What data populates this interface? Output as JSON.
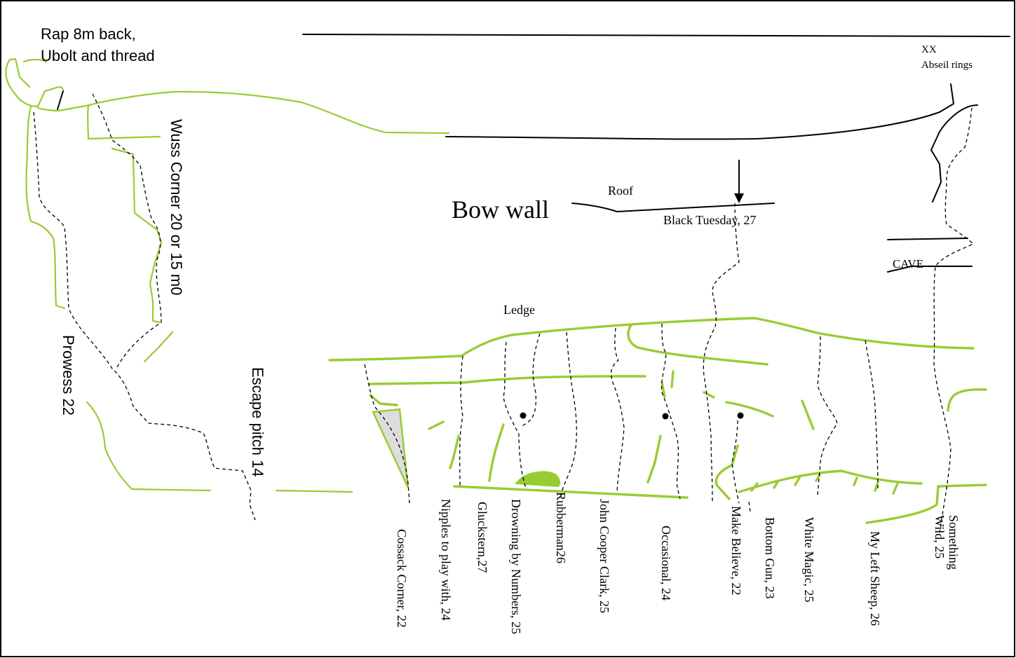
{
  "title": "Bow wall",
  "labels": {
    "rap": [
      "Rap 8m back,",
      "Ubolt and thread"
    ],
    "abseil": [
      "XX",
      "Abseil rings"
    ],
    "roof": "Roof",
    "black_tuesday": "Black Tuesday, 27",
    "cave": "CAVE",
    "ledge": "Ledge",
    "wuss_corner": "Wuss Corner 20 or 15 m0",
    "prowess": "Prowess 22",
    "escape_pitch": "Escape pitch 14"
  },
  "routes": [
    {
      "name": "Cossack Corner, 22"
    },
    {
      "name": "Nipples to play with, 24"
    },
    {
      "name": "Gluckstern,27"
    },
    {
      "name": "Drowning by Numbers, 25"
    },
    {
      "name": "Rubberman26"
    },
    {
      "name": "John Cooper Clark, 25"
    },
    {
      "name": "Occasional, 24"
    },
    {
      "name": "Make Believe, 22"
    },
    {
      "name": "Bottom Gun, 23"
    },
    {
      "name": "White Magic, 25"
    },
    {
      "name": "My Left Sheep, 26"
    },
    {
      "name": "Something Wild, 25",
      "lines": [
        "Something",
        "Wild, 25"
      ]
    }
  ],
  "colors": {
    "rock_line": "#99cc33",
    "route_line": "#000000",
    "boulder_fill": "#dddddd"
  }
}
